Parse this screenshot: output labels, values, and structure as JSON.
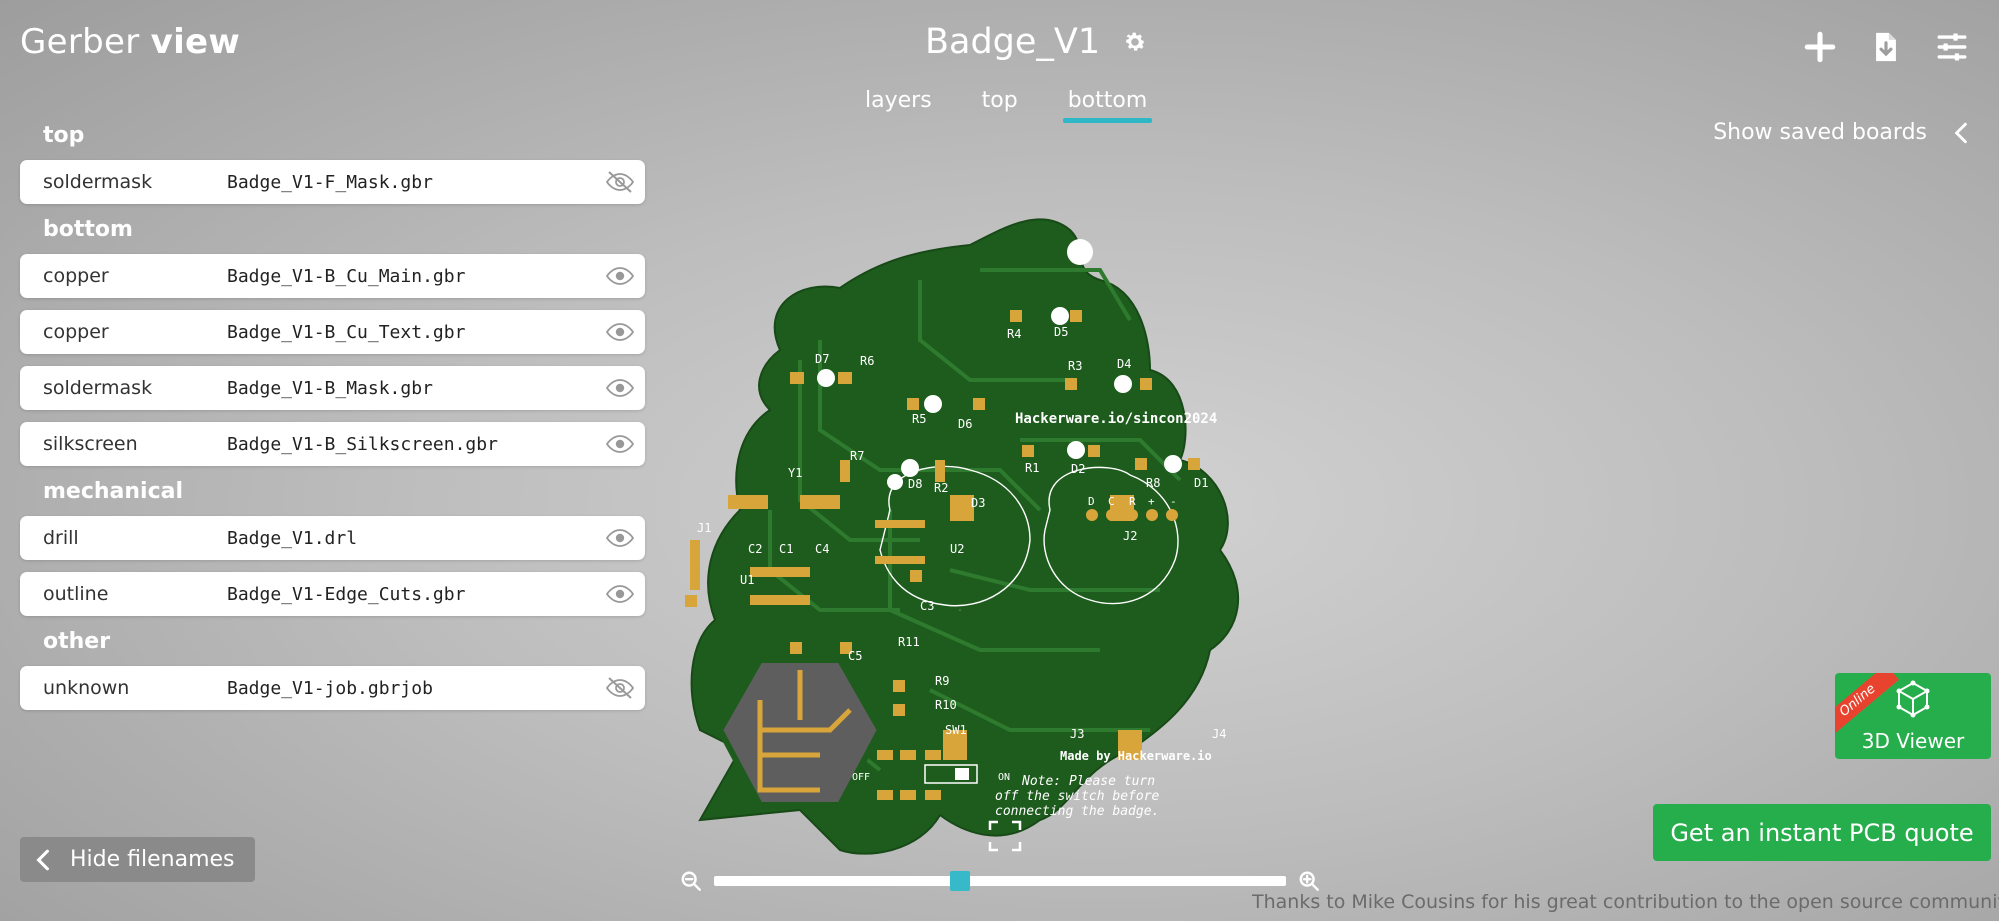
{
  "app": {
    "brand_light": "Gerber",
    "brand_bold": "view"
  },
  "board": {
    "title": "Badge_V1"
  },
  "tabs": [
    {
      "label": "layers"
    },
    {
      "label": "top"
    },
    {
      "label": "bottom"
    }
  ],
  "active_tab": "bottom",
  "saved_boards": {
    "label": "Show saved boards"
  },
  "layer_groups": [
    {
      "label": "top",
      "layers": [
        {
          "type": "soldermask",
          "file": "Badge_V1-F_Mask.gbr",
          "visible": false
        }
      ]
    },
    {
      "label": "bottom",
      "layers": [
        {
          "type": "copper",
          "file": "Badge_V1-B_Cu_Main.gbr",
          "visible": true
        },
        {
          "type": "copper",
          "file": "Badge_V1-B_Cu_Text.gbr",
          "visible": true
        },
        {
          "type": "soldermask",
          "file": "Badge_V1-B_Mask.gbr",
          "visible": true
        },
        {
          "type": "silkscreen",
          "file": "Badge_V1-B_Silkscreen.gbr",
          "visible": true
        }
      ]
    },
    {
      "label": "mechanical",
      "layers": [
        {
          "type": "drill",
          "file": "Badge_V1.drl",
          "visible": true
        },
        {
          "type": "outline",
          "file": "Badge_V1-Edge_Cuts.gbr",
          "visible": true
        }
      ]
    },
    {
      "label": "other",
      "layers": [
        {
          "type": "unknown",
          "file": "Badge_V1-job.gbrjob",
          "visible": false
        }
      ]
    }
  ],
  "pcb": {
    "url_text": "Hackerware.io/sincon2024",
    "made_by": "Made by Hackerware.io",
    "note_line1": "Note: Please turn",
    "note_line2": "off the switch before",
    "note_line3": "connecting the badge.",
    "labels": [
      "R4",
      "D5",
      "D7",
      "R6",
      "R3",
      "D4",
      "R5",
      "D6",
      "R7",
      "D8",
      "R2",
      "D3",
      "R1",
      "D2",
      "R8",
      "D1",
      "Y1",
      "J1",
      "C2",
      "C1",
      "C4",
      "U2",
      "U1",
      "C3",
      "J2",
      "C5",
      "R11",
      "R9",
      "R10",
      "SW1",
      "J3",
      "J4",
      "OFF",
      "ON",
      "D",
      "C",
      "R",
      "+",
      "-"
    ],
    "colors": {
      "board": "#1e5c1e",
      "copper": "#d8a53a",
      "silk": "#ffffff",
      "keepout": "#5e5e5e"
    }
  },
  "zoom": {
    "level": 0.43
  },
  "buttons": {
    "hide_filenames": "Hide filenames",
    "viewer_ribbon": "Online",
    "viewer_label": "3D Viewer",
    "quote": "Get an instant PCB quote"
  },
  "footer": {
    "credits": "Thanks to Mike Cousins for his great contribution to the open source community."
  },
  "colors": {
    "accent": "#2db7c7",
    "green": "#27ae4c",
    "ribbon": "#e8432e"
  },
  "icons": [
    "gear-icon",
    "plus-icon",
    "download-file-icon",
    "sliders-icon",
    "chevron-left-icon",
    "eye-icon",
    "eye-slash-icon",
    "zoom-out-icon",
    "zoom-in-icon",
    "cube-icon",
    "fullscreen-icon"
  ]
}
